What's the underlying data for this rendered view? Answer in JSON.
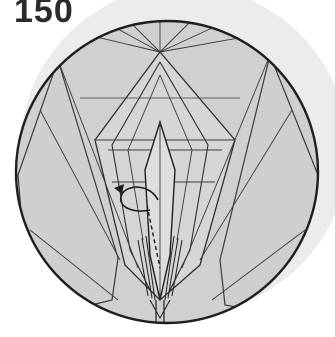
{
  "step": {
    "number": "150"
  },
  "diagram": {
    "colors": {
      "paper": "#d0d0d0",
      "paper_light": "#dedede",
      "background_disc": "#ececec",
      "line": "#3a3a3a",
      "outline": "#1e1e1e"
    },
    "symbols": [
      "valley-fold-line",
      "open-out-arrow"
    ]
  }
}
